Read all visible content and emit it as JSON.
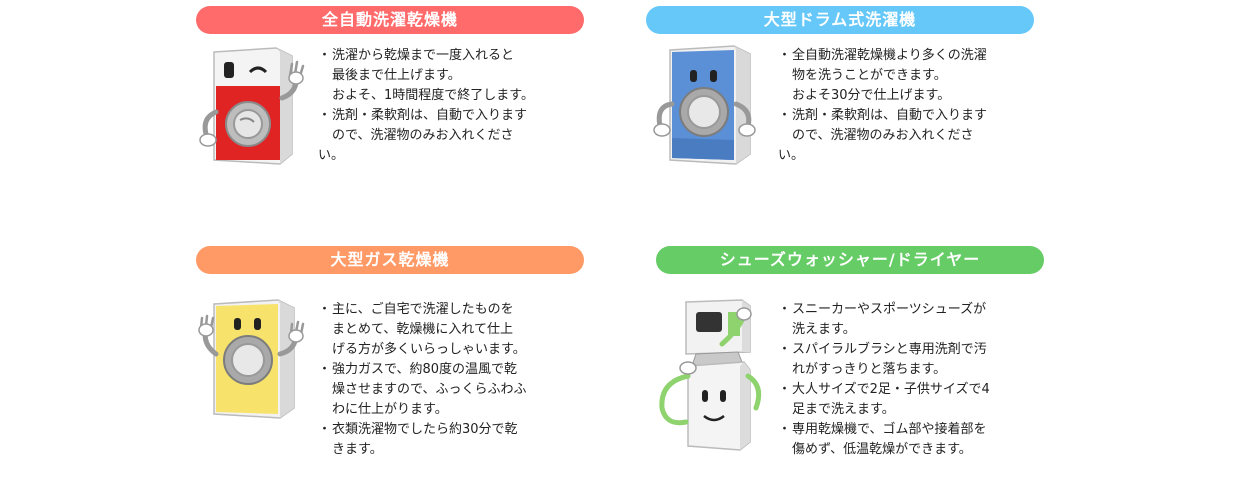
{
  "cards": [
    {
      "title": "全自動洗濯乾燥機",
      "color": "#ff6b6b",
      "icon": "washer-dryer-icon",
      "bullets": [
        "洗濯から乾燥まで一度入れると\n最後まで仕上げます。\nおよそ、1時間程度で終了します。",
        "洗剤・柔軟剤は、自動で入ります\nので、洗濯物のみお入れくださ"
      ],
      "tail": "い。"
    },
    {
      "title": "大型ドラム式洗濯機",
      "color": "#66c8f8",
      "icon": "drum-washer-icon",
      "bullets": [
        "全自動洗濯乾燥機より多くの洗濯\n物を洗うことができます。\nおよそ30分で仕上げます。",
        "洗剤・柔軟剤は、自動で入ります\nので、洗濯物のみお入れくださ"
      ],
      "tail": "い。"
    },
    {
      "title": "大型ガス乾燥機",
      "color": "#ff9966",
      "icon": "gas-dryer-icon",
      "bullets": [
        "主に、ご自宅で洗濯したものを\nまとめて、乾燥機に入れて仕上\nげる方が多くいらっしゃいます。",
        "強力ガスで、約80度の温風で乾\n燥させますので、ふっくらふわふ\nわに仕上がります。",
        "衣類洗濯物でしたら約30分で乾\nきます。"
      ],
      "tail": ""
    },
    {
      "title": "シューズウォッシャー/ドライヤー",
      "color": "#66cc66",
      "icon": "shoe-washer-icon",
      "bullets": [
        "スニーカーやスポーツシューズが\n洗えます。",
        "スパイラルブラシと専用洗剤で汚\nれがすっきりと落ちます。",
        "大人サイズで2足・子供サイズで4\n足まで洗えます。",
        "専用乾燥機で、ゴム部や接着部を\n傷めず、低温乾燥ができます。"
      ],
      "tail": ""
    }
  ]
}
